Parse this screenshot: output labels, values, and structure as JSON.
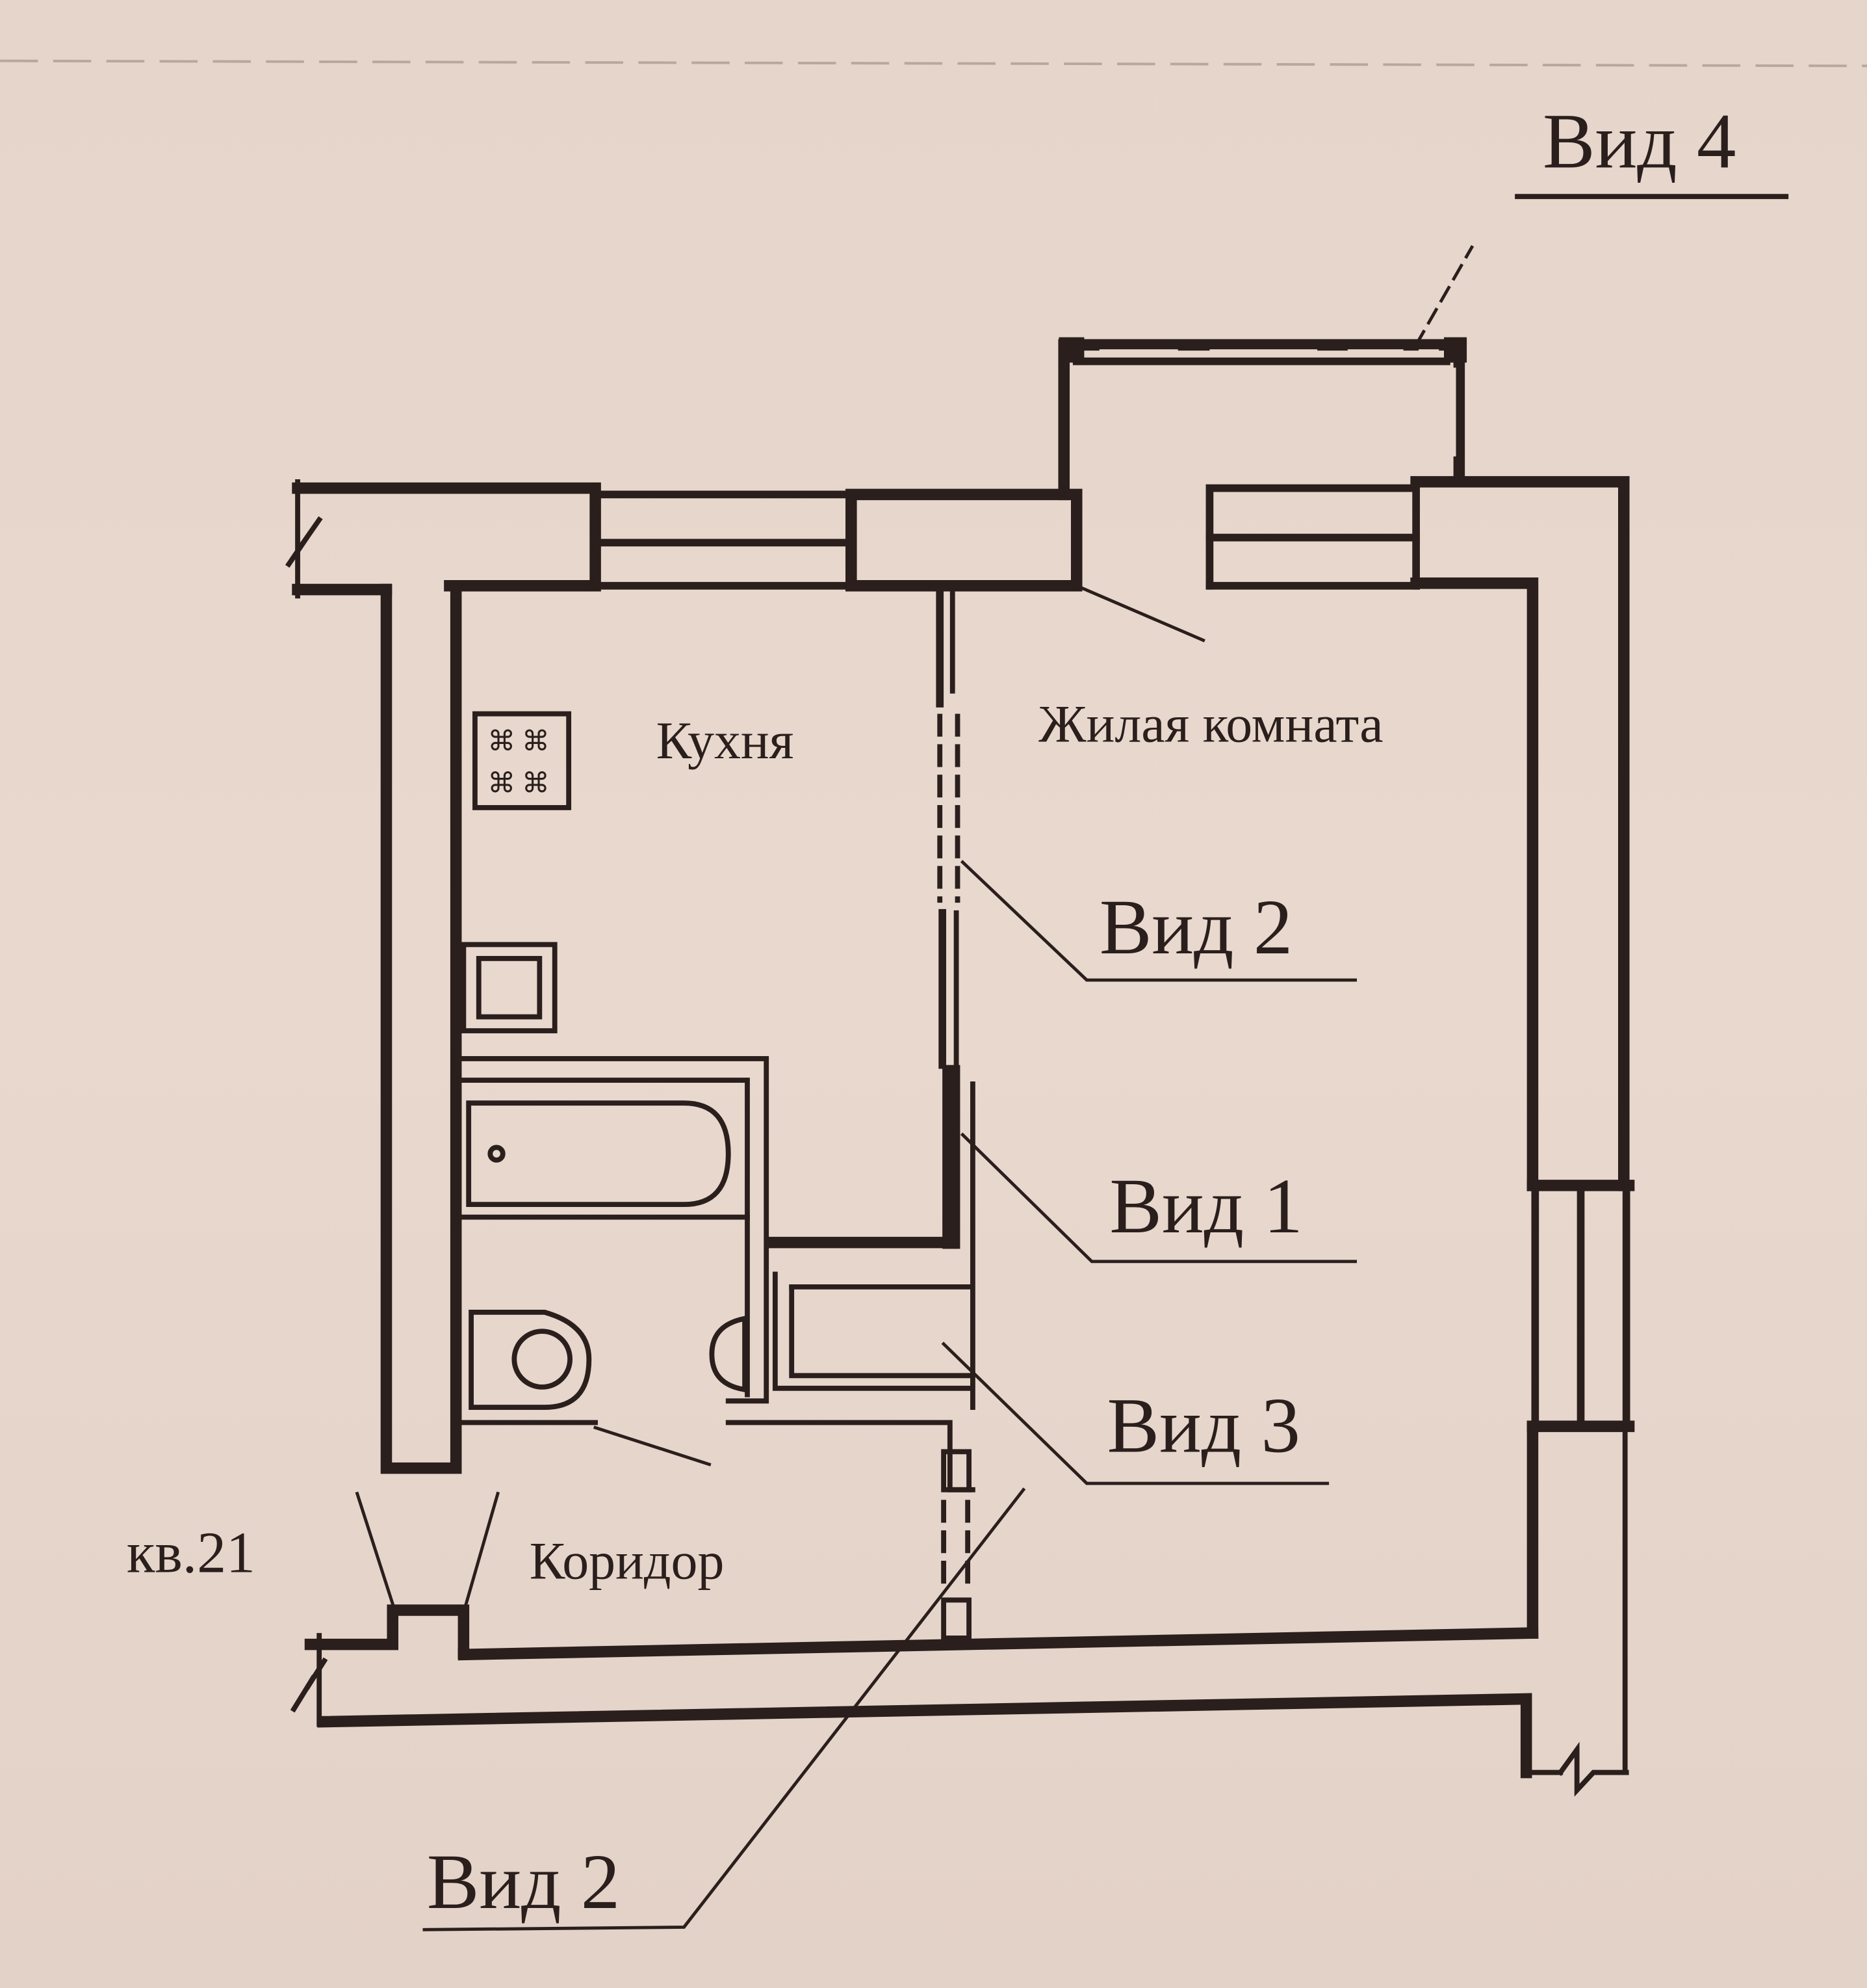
{
  "diagram": {
    "type": "floor-plan",
    "rooms": {
      "kitchen": "Кухня",
      "living_room": "Жилая комната",
      "corridor": "Коридор",
      "apartment": "кв.21"
    },
    "views": {
      "view_4": "Вид 4",
      "view_2_top": "Вид 2",
      "view_1": "Вид 1",
      "view_3": "Вид 3",
      "view_2_bottom": "Вид 2"
    },
    "colors": {
      "paper": "#e6d6cc",
      "ink": "#2a1f1c"
    }
  }
}
